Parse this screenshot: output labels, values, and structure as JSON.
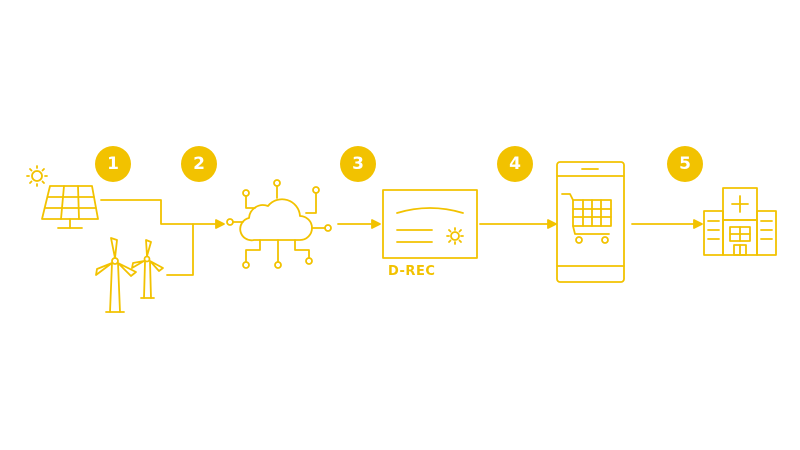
{
  "colors": {
    "accent": "#F2C200",
    "badge_text": "#FFFFFF",
    "background": "#FFFFFF"
  },
  "steps": [
    {
      "number": "1",
      "icon": "solar-panel-icon"
    },
    {
      "number": "2",
      "icon": "wind-turbine-icon"
    },
    {
      "number": "3",
      "icon": "cloud-network-icon"
    },
    {
      "number": "4",
      "icon": "certificate-icon"
    },
    {
      "number": "5",
      "icon": "hospital-building-icon"
    }
  ],
  "certificate": {
    "label": "D-REC"
  },
  "phone": {
    "icon": "phone-shopping-cart-icon"
  }
}
